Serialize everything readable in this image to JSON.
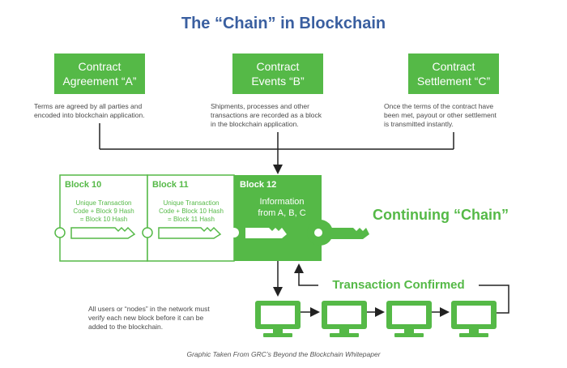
{
  "title": "The “Chain” in Blockchain",
  "contracts": [
    {
      "line1": "Contract",
      "line2": "Agreement “A”",
      "desc": [
        "Terms are agreed by all parties and",
        "encoded into blockchain application."
      ]
    },
    {
      "line1": "Contract",
      "line2": "Events “B”",
      "desc": [
        "Shipments, processes and other",
        "transactions are recorded as a block",
        "in the blockchain application."
      ]
    },
    {
      "line1": "Contract",
      "line2": "Settlement “C”",
      "desc": [
        "Once the terms of the contract have",
        "been met, payout or other settlement",
        "is transmitted instantly."
      ]
    }
  ],
  "blocks": [
    {
      "title": "Block 10",
      "text": [
        "Unique Transaction",
        "Code + Block 9 Hash",
        "= Block 10 Hash"
      ]
    },
    {
      "title": "Block 11",
      "text": [
        "Unique Transaction",
        "Code + Block 10 Hash",
        "= Block 11 Hash"
      ]
    },
    {
      "title": "Block 12",
      "text": [
        "Information",
        "from A, B, C"
      ]
    }
  ],
  "continuing": "Continuing “Chain”",
  "transaction_confirmed": "Transaction Confirmed",
  "nodes_text": [
    "All users or “nodes” in the network must",
    "verify each new block before it can be",
    "added to the blockchain."
  ],
  "caption": "Graphic Taken From GRC’s Beyond the Blockchain Whitepaper",
  "colors": {
    "green": "#55b947",
    "title_blue": "#3a5fa0",
    "line": "#222222"
  }
}
